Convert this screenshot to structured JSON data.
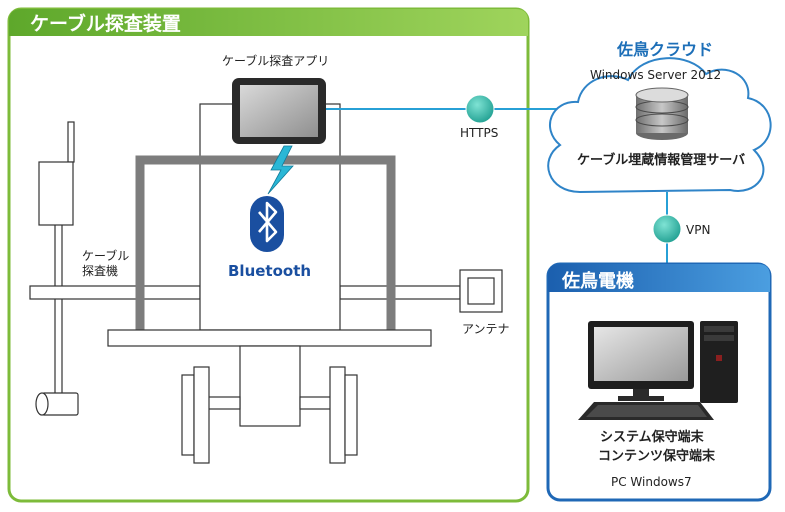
{
  "device_panel": {
    "title": "ケーブル探査装置"
  },
  "tablet": {
    "label": "ケーブル探査アプリ"
  },
  "bluetooth": {
    "label": "Bluetooth"
  },
  "cable_detector": {
    "label_line1": "ケーブル",
    "label_line2": "探査機"
  },
  "antenna": {
    "label": "アンテナ"
  },
  "links": {
    "https_label": "HTTPS",
    "vpn_label": "VPN"
  },
  "cloud": {
    "title": "佐鳥クラウド",
    "os": "Windows Server 2012",
    "server_label": "ケーブル埋蔵情報管理サーバ"
  },
  "office_panel": {
    "title": "佐鳥電機",
    "terminal_line1": "システム保守端末",
    "terminal_line2": "コンテンツ保守端末",
    "os": "PC Windows7"
  },
  "colors": {
    "device_border": "#7dbb3a",
    "office_border": "#1f68b6",
    "line": "#27a0d6",
    "node": "#2ab7a9",
    "cloud_title": "#1d6fb8",
    "bluetooth": "#1a4fa0",
    "frame_gray": "#7d7d7d"
  }
}
